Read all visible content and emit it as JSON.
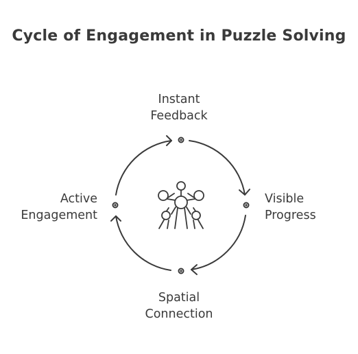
{
  "diagram": {
    "title": "Cycle of Engagement in Puzzle Solving",
    "nodes": [
      {
        "id": "top",
        "lines": [
          "Instant",
          "Feedback"
        ]
      },
      {
        "id": "right",
        "lines": [
          "Visible",
          "Progress"
        ]
      },
      {
        "id": "bottom",
        "lines": [
          "Spatial",
          "Connection"
        ]
      },
      {
        "id": "left",
        "lines": [
          "Active",
          "Engagement"
        ]
      }
    ],
    "center_icon": "molecule-structure-icon",
    "stroke_color": "#3a3a3a"
  }
}
